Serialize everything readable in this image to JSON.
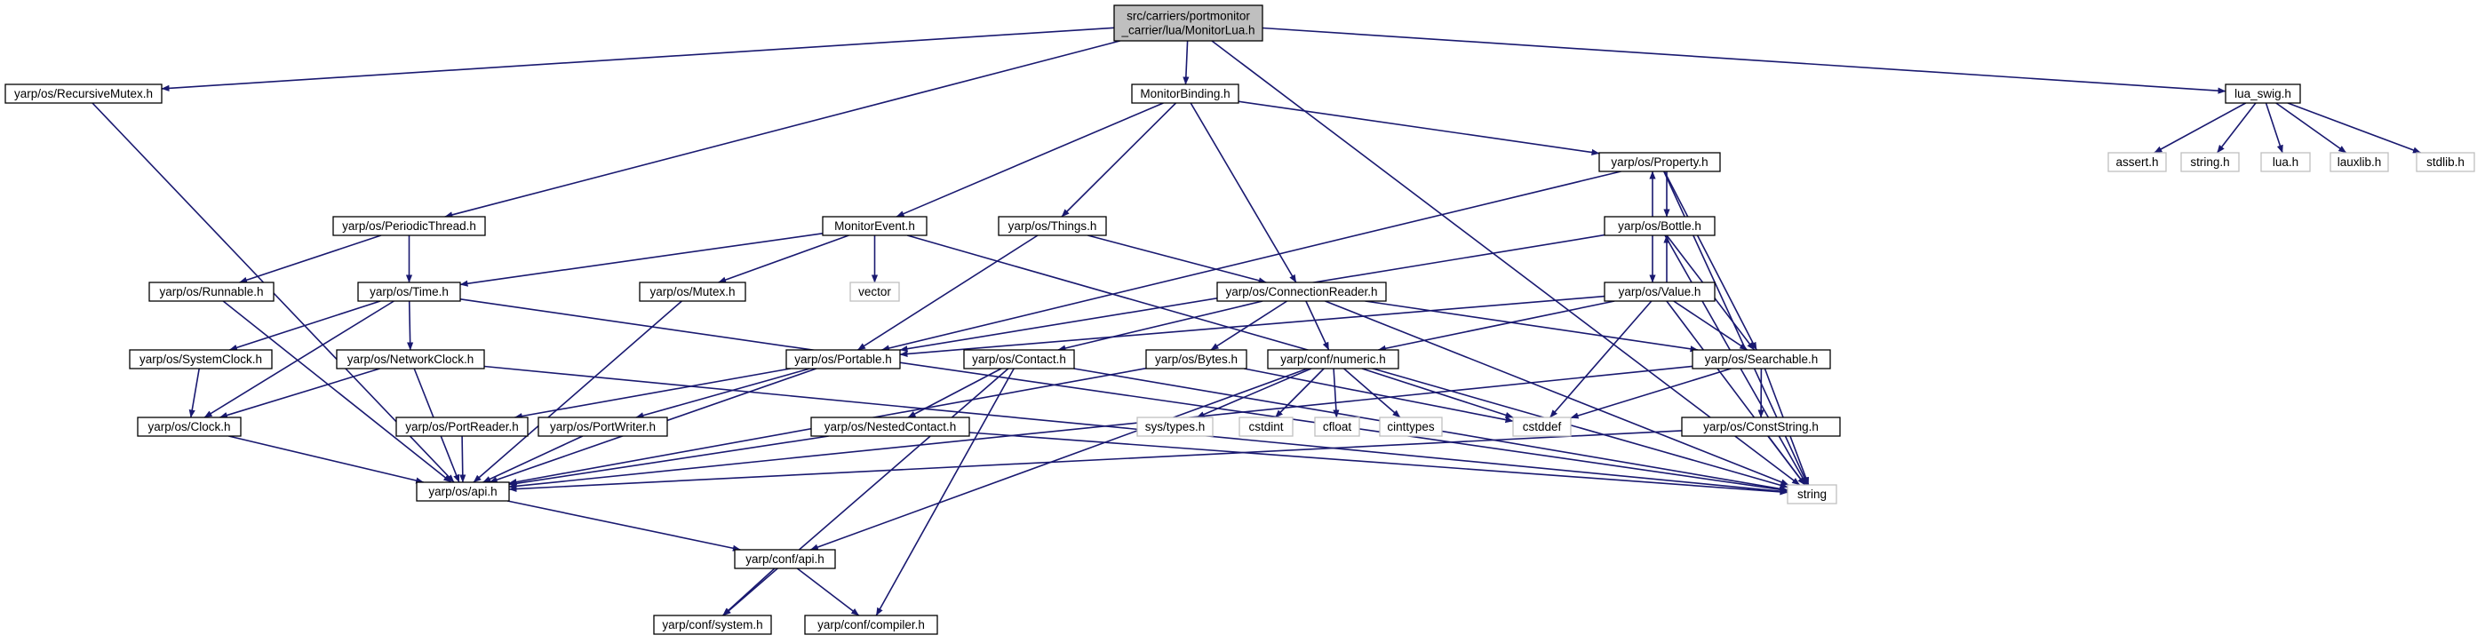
{
  "colors": {
    "edge": "#191970",
    "root_fill": "#bfbfbf",
    "node_border": "#000000",
    "external_border": "#bfbfbf",
    "node_fill": "#ffffff"
  },
  "nodes": [
    {
      "id": "root",
      "kind": "root",
      "lines": [
        "src/carriers/portmonitor",
        "_carrier/lua/MonitorLua.h"
      ]
    },
    {
      "id": "recursive-mutex",
      "kind": "file",
      "lines": [
        "yarp/os/RecursiveMutex.h"
      ]
    },
    {
      "id": "monitor-binding",
      "kind": "file",
      "lines": [
        "MonitorBinding.h"
      ]
    },
    {
      "id": "lua-swig",
      "kind": "file",
      "lines": [
        "lua_swig.h"
      ]
    },
    {
      "id": "assert",
      "kind": "external",
      "lines": [
        "assert.h"
      ]
    },
    {
      "id": "string-h",
      "kind": "external",
      "lines": [
        "string.h"
      ]
    },
    {
      "id": "lua",
      "kind": "external",
      "lines": [
        "lua.h"
      ]
    },
    {
      "id": "lauxlib",
      "kind": "external",
      "lines": [
        "lauxlib.h"
      ]
    },
    {
      "id": "stdlib",
      "kind": "external",
      "lines": [
        "stdlib.h"
      ]
    },
    {
      "id": "property",
      "kind": "file",
      "lines": [
        "yarp/os/Property.h"
      ]
    },
    {
      "id": "periodic-thread",
      "kind": "file",
      "lines": [
        "yarp/os/PeriodicThread.h"
      ]
    },
    {
      "id": "monitor-event",
      "kind": "file",
      "lines": [
        "MonitorEvent.h"
      ]
    },
    {
      "id": "things",
      "kind": "file",
      "lines": [
        "yarp/os/Things.h"
      ]
    },
    {
      "id": "bottle",
      "kind": "file",
      "lines": [
        "yarp/os/Bottle.h"
      ]
    },
    {
      "id": "runnable",
      "kind": "file",
      "lines": [
        "yarp/os/Runnable.h"
      ]
    },
    {
      "id": "time",
      "kind": "file",
      "lines": [
        "yarp/os/Time.h"
      ]
    },
    {
      "id": "mutex",
      "kind": "file",
      "lines": [
        "yarp/os/Mutex.h"
      ]
    },
    {
      "id": "vector",
      "kind": "external",
      "lines": [
        "vector"
      ]
    },
    {
      "id": "connection-reader",
      "kind": "file",
      "lines": [
        "yarp/os/ConnectionReader.h"
      ]
    },
    {
      "id": "value",
      "kind": "file",
      "lines": [
        "yarp/os/Value.h"
      ]
    },
    {
      "id": "system-clock",
      "kind": "file",
      "lines": [
        "yarp/os/SystemClock.h"
      ]
    },
    {
      "id": "network-clock",
      "kind": "file",
      "lines": [
        "yarp/os/NetworkClock.h"
      ]
    },
    {
      "id": "portable",
      "kind": "file",
      "lines": [
        "yarp/os/Portable.h"
      ]
    },
    {
      "id": "contact",
      "kind": "file",
      "lines": [
        "yarp/os/Contact.h"
      ]
    },
    {
      "id": "bytes",
      "kind": "file",
      "lines": [
        "yarp/os/Bytes.h"
      ]
    },
    {
      "id": "numeric",
      "kind": "file",
      "lines": [
        "yarp/conf/numeric.h"
      ]
    },
    {
      "id": "searchable",
      "kind": "file",
      "lines": [
        "yarp/os/Searchable.h"
      ]
    },
    {
      "id": "clock",
      "kind": "file",
      "lines": [
        "yarp/os/Clock.h"
      ]
    },
    {
      "id": "port-reader",
      "kind": "file",
      "lines": [
        "yarp/os/PortReader.h"
      ]
    },
    {
      "id": "port-writer",
      "kind": "file",
      "lines": [
        "yarp/os/PortWriter.h"
      ]
    },
    {
      "id": "nested-contact",
      "kind": "file",
      "lines": [
        "yarp/os/NestedContact.h"
      ]
    },
    {
      "id": "sys-types",
      "kind": "external",
      "lines": [
        "sys/types.h"
      ]
    },
    {
      "id": "cstdint",
      "kind": "external",
      "lines": [
        "cstdint"
      ]
    },
    {
      "id": "cfloat",
      "kind": "external",
      "lines": [
        "cfloat"
      ]
    },
    {
      "id": "cinttypes",
      "kind": "external",
      "lines": [
        "cinttypes"
      ]
    },
    {
      "id": "cstddef",
      "kind": "external",
      "lines": [
        "cstddef"
      ]
    },
    {
      "id": "const-string",
      "kind": "file",
      "lines": [
        "yarp/os/ConstString.h"
      ]
    },
    {
      "id": "os-api",
      "kind": "file",
      "lines": [
        "yarp/os/api.h"
      ]
    },
    {
      "id": "string",
      "kind": "external",
      "lines": [
        "string"
      ]
    },
    {
      "id": "conf-api",
      "kind": "file",
      "lines": [
        "yarp/conf/api.h"
      ]
    },
    {
      "id": "conf-system",
      "kind": "file",
      "lines": [
        "yarp/conf/system.h"
      ]
    },
    {
      "id": "conf-compiler",
      "kind": "file",
      "lines": [
        "yarp/conf/compiler.h"
      ]
    }
  ],
  "edges": [
    [
      "root",
      "recursive-mutex"
    ],
    [
      "root",
      "monitor-binding"
    ],
    [
      "root",
      "lua-swig"
    ],
    [
      "root",
      "periodic-thread"
    ],
    [
      "root",
      "string"
    ],
    [
      "lua-swig",
      "assert"
    ],
    [
      "lua-swig",
      "string-h"
    ],
    [
      "lua-swig",
      "lua"
    ],
    [
      "lua-swig",
      "lauxlib"
    ],
    [
      "lua-swig",
      "stdlib"
    ],
    [
      "recursive-mutex",
      "os-api"
    ],
    [
      "monitor-binding",
      "property"
    ],
    [
      "monitor-binding",
      "monitor-event"
    ],
    [
      "monitor-binding",
      "things"
    ],
    [
      "monitor-binding",
      "connection-reader"
    ],
    [
      "property",
      "bottle"
    ],
    [
      "property",
      "searchable"
    ],
    [
      "property",
      "portable"
    ],
    [
      "property",
      "string"
    ],
    [
      "bottle",
      "property"
    ],
    [
      "bottle",
      "value"
    ],
    [
      "bottle",
      "searchable"
    ],
    [
      "bottle",
      "portable"
    ],
    [
      "bottle",
      "string"
    ],
    [
      "value",
      "bottle"
    ],
    [
      "value",
      "searchable"
    ],
    [
      "value",
      "portable"
    ],
    [
      "value",
      "numeric"
    ],
    [
      "value",
      "cstddef"
    ],
    [
      "value",
      "string"
    ],
    [
      "periodic-thread",
      "runnable"
    ],
    [
      "periodic-thread",
      "time"
    ],
    [
      "monitor-event",
      "time"
    ],
    [
      "monitor-event",
      "mutex"
    ],
    [
      "monitor-event",
      "vector"
    ],
    [
      "monitor-event",
      "string"
    ],
    [
      "things",
      "connection-reader"
    ],
    [
      "things",
      "portable"
    ],
    [
      "runnable",
      "os-api"
    ],
    [
      "time",
      "system-clock"
    ],
    [
      "time",
      "network-clock"
    ],
    [
      "time",
      "clock"
    ],
    [
      "time",
      "string"
    ],
    [
      "mutex",
      "os-api"
    ],
    [
      "connection-reader",
      "contact"
    ],
    [
      "connection-reader",
      "bytes"
    ],
    [
      "connection-reader",
      "numeric"
    ],
    [
      "connection-reader",
      "searchable"
    ],
    [
      "connection-reader",
      "string"
    ],
    [
      "system-clock",
      "clock"
    ],
    [
      "network-clock",
      "clock"
    ],
    [
      "network-clock",
      "os-api"
    ],
    [
      "network-clock",
      "string"
    ],
    [
      "portable",
      "port-reader"
    ],
    [
      "portable",
      "port-writer"
    ],
    [
      "portable",
      "os-api"
    ],
    [
      "contact",
      "nested-contact"
    ],
    [
      "contact",
      "string"
    ],
    [
      "contact",
      "conf-system"
    ],
    [
      "contact",
      "conf-compiler"
    ],
    [
      "bytes",
      "cstddef"
    ],
    [
      "bytes",
      "os-api"
    ],
    [
      "numeric",
      "sys-types"
    ],
    [
      "numeric",
      "cstdint"
    ],
    [
      "numeric",
      "cfloat"
    ],
    [
      "numeric",
      "cinttypes"
    ],
    [
      "numeric",
      "cstddef"
    ],
    [
      "numeric",
      "conf-api"
    ],
    [
      "searchable",
      "const-string"
    ],
    [
      "searchable",
      "cstddef"
    ],
    [
      "searchable",
      "string"
    ],
    [
      "searchable",
      "os-api"
    ],
    [
      "clock",
      "os-api"
    ],
    [
      "port-reader",
      "os-api"
    ],
    [
      "port-writer",
      "os-api"
    ],
    [
      "nested-contact",
      "os-api"
    ],
    [
      "nested-contact",
      "string"
    ],
    [
      "const-string",
      "string"
    ],
    [
      "const-string",
      "os-api"
    ],
    [
      "os-api",
      "conf-api"
    ],
    [
      "conf-api",
      "conf-system"
    ],
    [
      "conf-api",
      "conf-compiler"
    ]
  ]
}
